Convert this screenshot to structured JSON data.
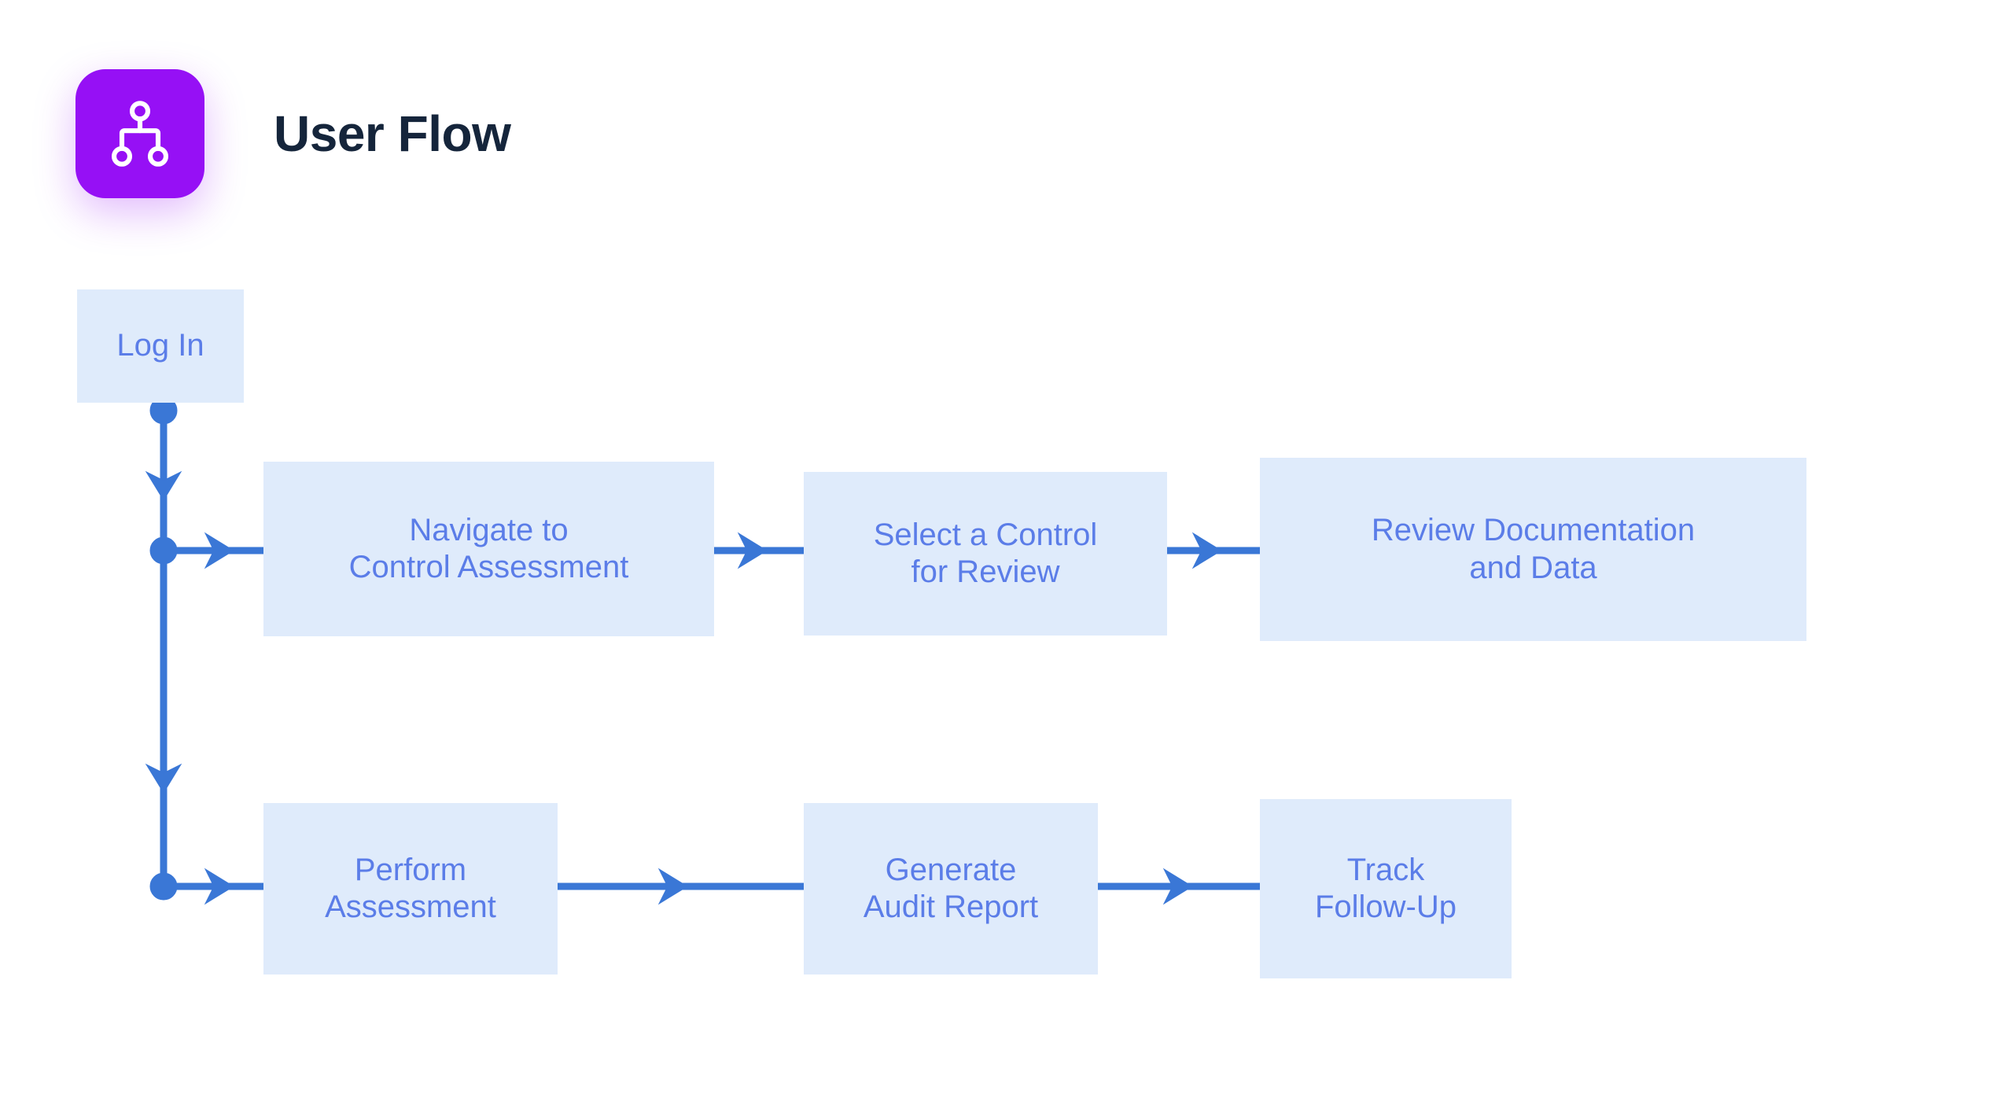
{
  "header": {
    "title": "User Flow",
    "icon": "sitemap-icon",
    "icon_bg_color": "#9610f5",
    "title_color": "#15253b"
  },
  "theme": {
    "page_background": "#ffffff",
    "node_fill": "#dfebfb",
    "node_text_color": "#5b7de8",
    "connector_color": "#3a77d6"
  },
  "chart_data": {
    "type": "diagram",
    "title": "User Flow",
    "nodes": [
      {
        "id": "login",
        "label": "Log In",
        "row": 0,
        "col": 0
      },
      {
        "id": "navigate",
        "label": "Navigate to\nControl Assessment",
        "row": 1,
        "col": 1
      },
      {
        "id": "select",
        "label": "Select a Control\nfor Review",
        "row": 1,
        "col": 2
      },
      {
        "id": "review",
        "label": "Review Documentation\nand Data",
        "row": 1,
        "col": 3
      },
      {
        "id": "perform",
        "label": "Perform\nAssessment",
        "row": 2,
        "col": 1
      },
      {
        "id": "generate",
        "label": "Generate\nAudit Report",
        "row": 2,
        "col": 2
      },
      {
        "id": "track",
        "label": "Track\nFollow-Up",
        "row": 2,
        "col": 3
      }
    ],
    "edges": [
      {
        "from": "login",
        "to": "navigate",
        "style": "elbow-down-right"
      },
      {
        "from": "login",
        "to": "perform",
        "style": "elbow-down-right"
      },
      {
        "from": "navigate",
        "to": "select",
        "style": "straight-right"
      },
      {
        "from": "select",
        "to": "review",
        "style": "straight-right"
      },
      {
        "from": "perform",
        "to": "generate",
        "style": "straight-right"
      },
      {
        "from": "generate",
        "to": "track",
        "style": "straight-right"
      }
    ]
  },
  "nodes": {
    "login": "Log In",
    "navigate": "Navigate to\nControl Assessment",
    "select": "Select a Control\nfor Review",
    "review": "Review Documentation\nand Data",
    "perform": "Perform\nAssessment",
    "generate": "Generate\nAudit Report",
    "track": "Track\nFollow-Up"
  }
}
